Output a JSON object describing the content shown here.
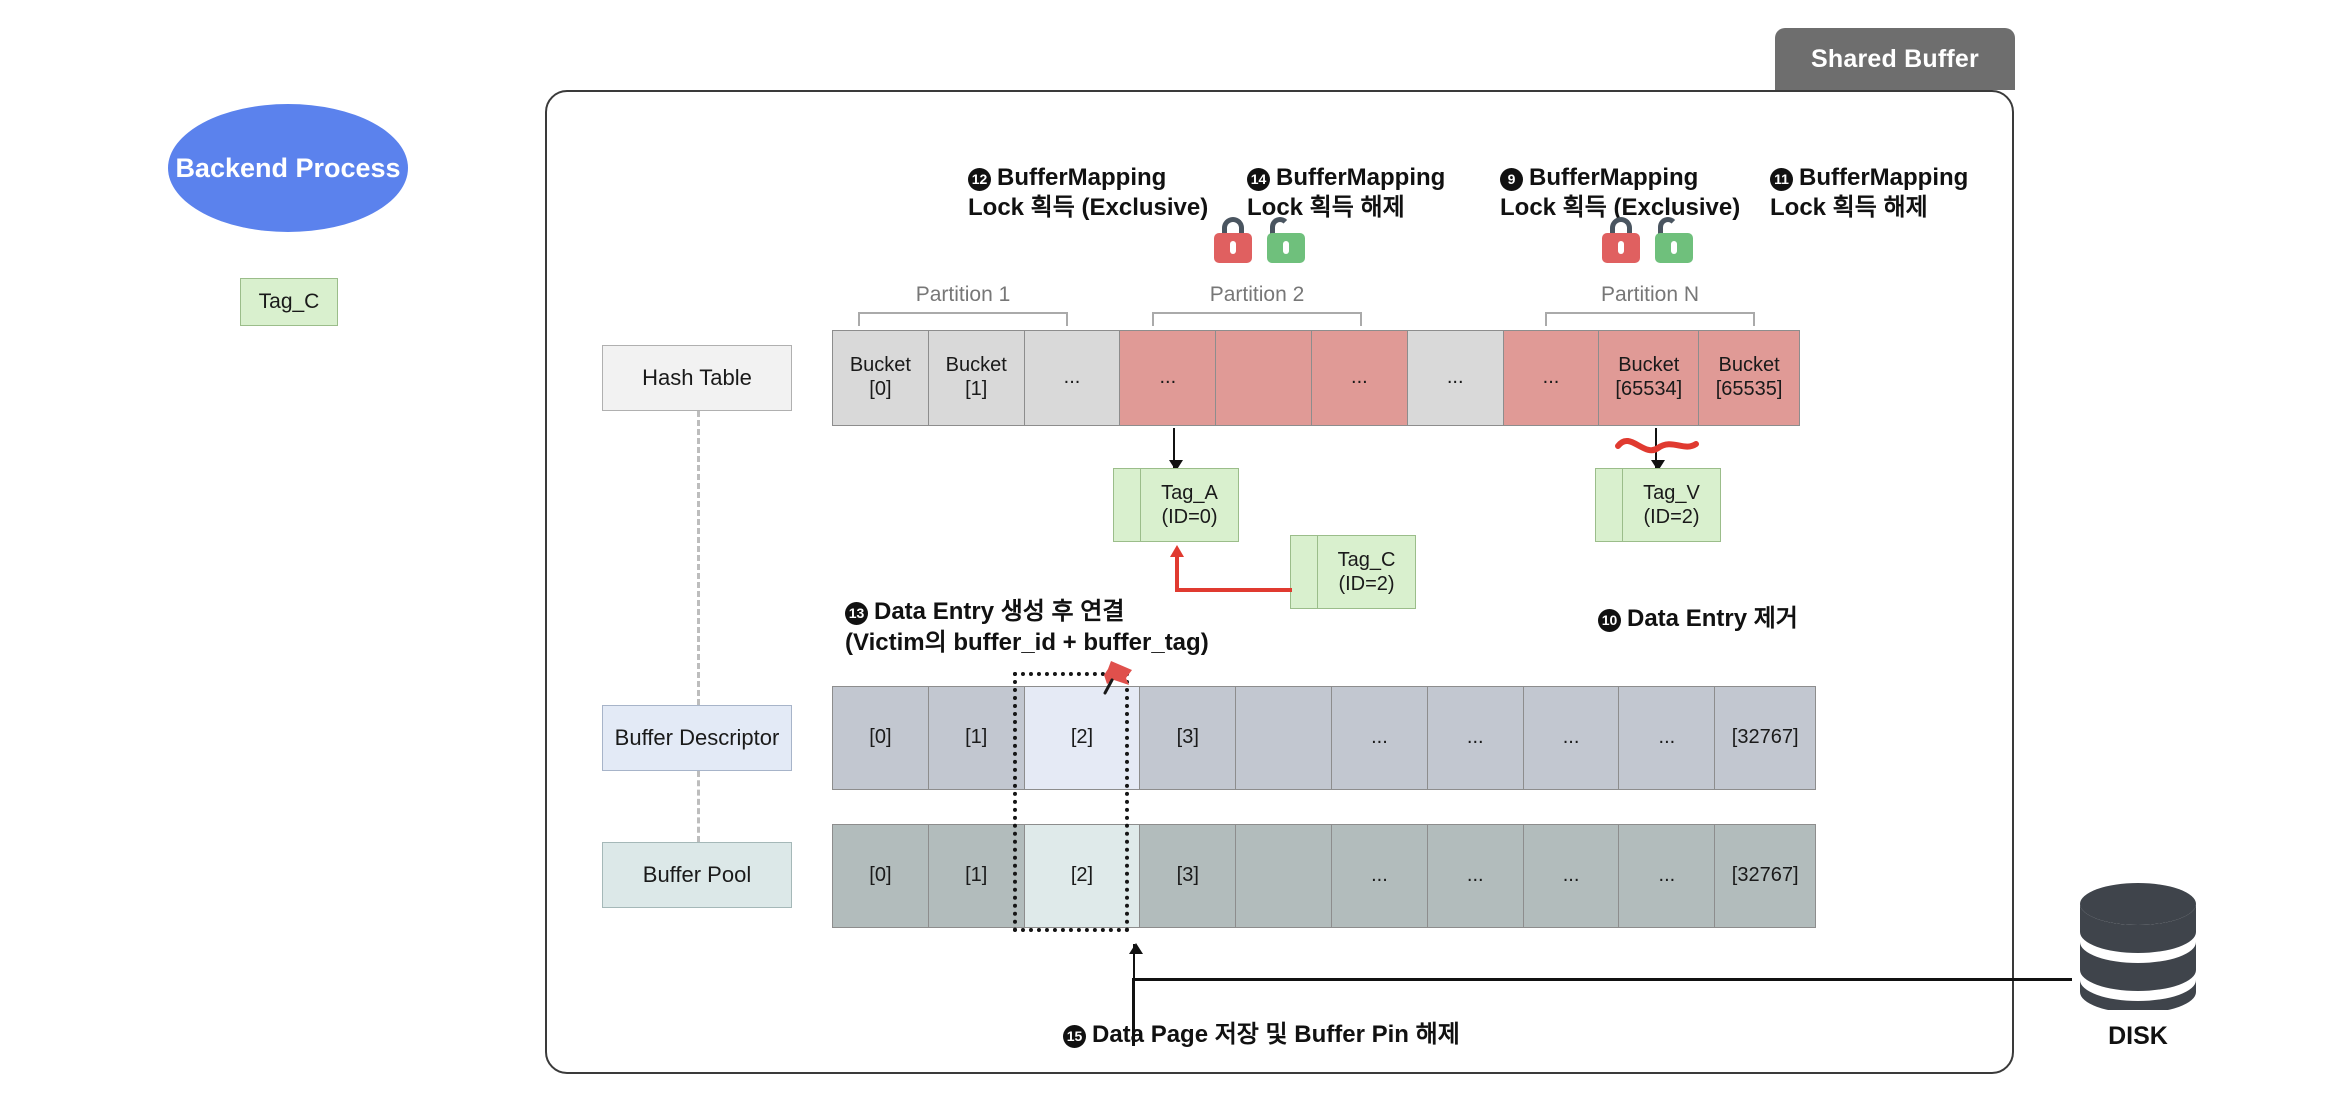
{
  "panel": {
    "tab_label": "Shared Buffer"
  },
  "backend": {
    "label": "Backend\nProcess",
    "tag_label": "Tag_C",
    "color": "#5b82ed"
  },
  "lock_notes": [
    {
      "badge": "12",
      "text": "BufferMapping\nLock 획득 (Exclusive)"
    },
    {
      "badge": "14",
      "text": "BufferMapping\nLock 획득 해제"
    },
    {
      "badge": "9",
      "text": "BufferMapping\nLock 획득 (Exclusive)"
    },
    {
      "badge": "11",
      "text": "BufferMapping\nLock 획득 해제"
    }
  ],
  "locks": [
    {
      "name": "locked-partition-2",
      "state": "closed",
      "color": "#e06060"
    },
    {
      "name": "unlocked-partition-2",
      "state": "open",
      "color": "#6fc07c"
    },
    {
      "name": "locked-partition-n",
      "state": "closed",
      "color": "#e06060"
    },
    {
      "name": "unlocked-partition-n",
      "state": "open",
      "color": "#6fc07c"
    }
  ],
  "partitions": [
    {
      "label": "Partition 1"
    },
    {
      "label": "Partition 2"
    },
    {
      "label": "Partition N"
    }
  ],
  "rows": {
    "hash_table": {
      "label": "Hash Table",
      "cells": [
        {
          "text": "Bucket\n[0]",
          "tone": "gray"
        },
        {
          "text": "Bucket\n[1]",
          "tone": "gray"
        },
        {
          "text": "...",
          "tone": "gray"
        },
        {
          "text": "...",
          "tone": "red"
        },
        {
          "text": "",
          "tone": "red"
        },
        {
          "text": "...",
          "tone": "red"
        },
        {
          "text": "...",
          "tone": "gray"
        },
        {
          "text": "...",
          "tone": "red"
        },
        {
          "text": "Bucket\n[65534]",
          "tone": "red"
        },
        {
          "text": "Bucket\n[65535]",
          "tone": "red"
        }
      ]
    },
    "buffer_descriptor": {
      "label": "Buffer Descriptor",
      "cells": [
        {
          "text": "[0]"
        },
        {
          "text": "[1]"
        },
        {
          "text": "[2]",
          "highlight": true
        },
        {
          "text": "[3]"
        },
        {
          "text": ""
        },
        {
          "text": "..."
        },
        {
          "text": "..."
        },
        {
          "text": "..."
        },
        {
          "text": "..."
        },
        {
          "text": "[32767]"
        }
      ]
    },
    "buffer_pool": {
      "label": "Buffer Pool",
      "cells": [
        {
          "text": "[0]"
        },
        {
          "text": "[1]"
        },
        {
          "text": "[2]",
          "highlight": true
        },
        {
          "text": "[3]"
        },
        {
          "text": ""
        },
        {
          "text": "..."
        },
        {
          "text": "..."
        },
        {
          "text": "..."
        },
        {
          "text": "..."
        },
        {
          "text": "[32767]"
        }
      ]
    }
  },
  "tag_entries": [
    {
      "name": "tag-a",
      "text": "Tag_A\n(ID=0)"
    },
    {
      "name": "tag-c",
      "text": "Tag_C\n(ID=2)"
    },
    {
      "name": "tag-v",
      "text": "Tag_V\n(ID=2)"
    }
  ],
  "steps": [
    {
      "badge": "13",
      "text": "Data Entry 생성 후 연결\n(Victim의 buffer_id + buffer_tag)"
    },
    {
      "badge": "10",
      "text": "Data Entry 제거"
    },
    {
      "badge": "15",
      "text": "Data Page 저장 및 Buffer Pin 해제"
    }
  ],
  "disk": {
    "label": "DISK"
  },
  "icons": {
    "pushpin": "pushpin-icon",
    "database": "database-icon"
  }
}
